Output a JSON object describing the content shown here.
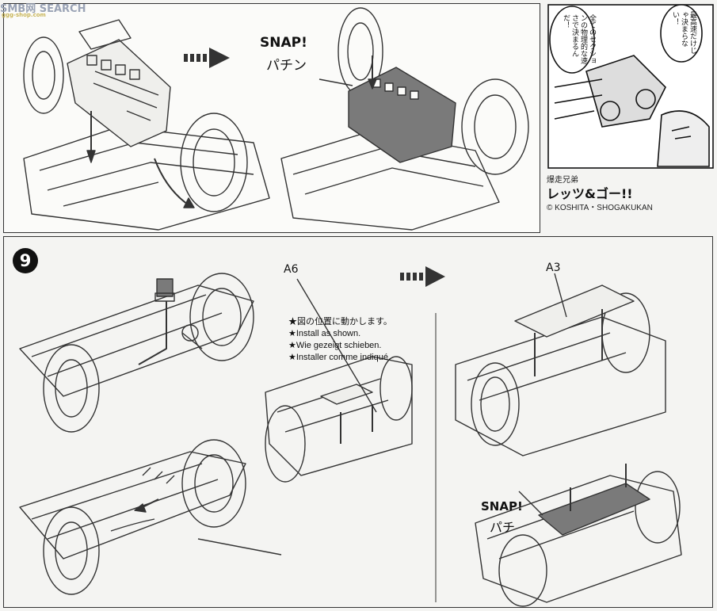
{
  "watermark": {
    "brand": "SMB网 SEARCH",
    "sub": "ggg-shop.com"
  },
  "step8": {
    "snap_en": "SNAP!",
    "snap_jp": "パチン"
  },
  "manga": {
    "bubble_left": "全てのセクションの物理的な速さで決まるんだ！",
    "bubble_right": "最高速だけじゃ決まらない！",
    "series_jp": "爆走兄弟",
    "title": "レッツ&ゴー!!",
    "copyright": "© KOSHITA・SHOGAKUKAN"
  },
  "step9": {
    "number": "9",
    "part_a6": "A6",
    "part_a3": "A3",
    "snap_en": "SNAP!",
    "snap_jp": "パチ",
    "instructions": {
      "jp": "★図の位置に動かします。",
      "en": "★Install as shown.",
      "de": "★Wie gezeigt schieben.",
      "fr": "★Installer comme indiqué."
    }
  },
  "colors": {
    "ink": "#222222",
    "paper": "#fbfbf9",
    "part_fill": "#6f6f6f"
  }
}
